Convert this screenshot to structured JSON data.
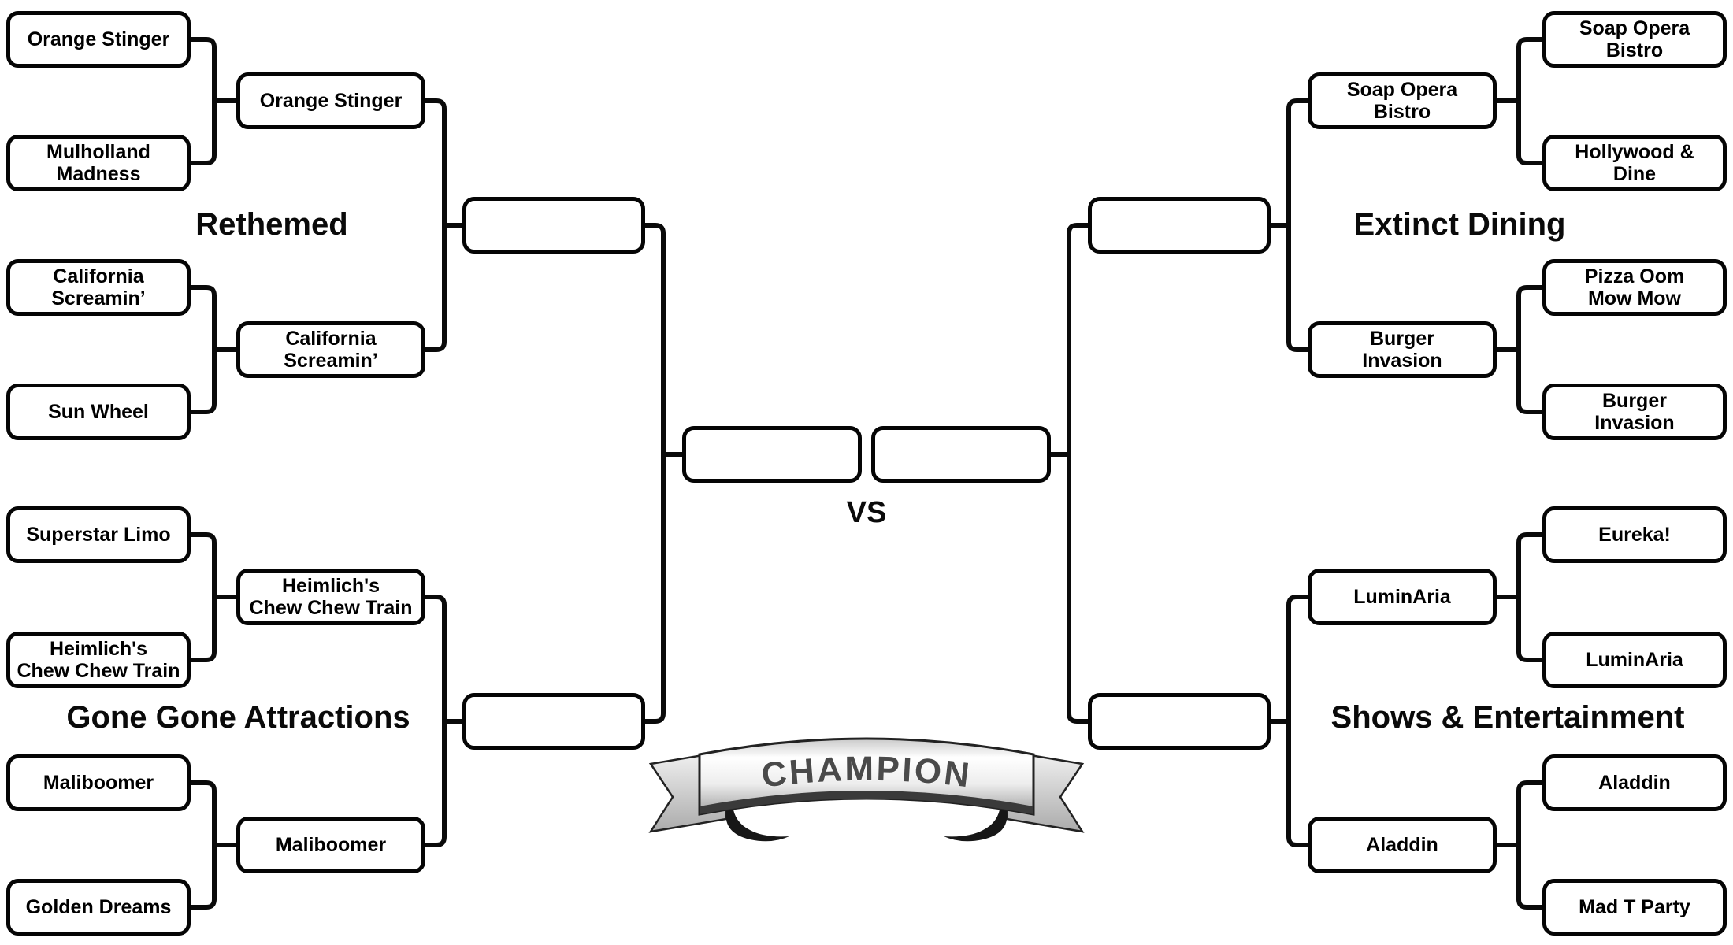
{
  "center": {
    "vs_label": "VS",
    "champion_label": "CHAMPION",
    "finals": {
      "left": "",
      "right": ""
    }
  },
  "regions": {
    "rethemed": {
      "label": "Rethemed",
      "round1": [
        "Orange Stinger",
        "Mulholland\nMadness",
        "California\nScreamin’",
        "Sun Wheel"
      ],
      "round2": [
        "Orange Stinger",
        "California\nScreamin’"
      ],
      "winner": ""
    },
    "gone_gone": {
      "label": "Gone Gone Attractions",
      "round1": [
        "Superstar Limo",
        "Heimlich's\nChew Chew Train",
        "Maliboomer",
        "Golden Dreams"
      ],
      "round2": [
        "Heimlich's\nChew Chew Train",
        "Maliboomer"
      ],
      "winner": ""
    },
    "extinct_dining": {
      "label": "Extinct Dining",
      "round1": [
        "Soap Opera\nBistro",
        "Hollywood &\nDine",
        "Pizza Oom\nMow Mow",
        "Burger\nInvasion"
      ],
      "round2": [
        "Soap Opera\nBistro",
        "Burger\nInvasion"
      ],
      "winner": ""
    },
    "shows": {
      "label": "Shows & Entertainment",
      "round1": [
        "Eureka!",
        "LuminAria",
        "Aladdin",
        "Mad T Party"
      ],
      "round2": [
        "LuminAria",
        "Aladdin"
      ],
      "winner": ""
    }
  }
}
